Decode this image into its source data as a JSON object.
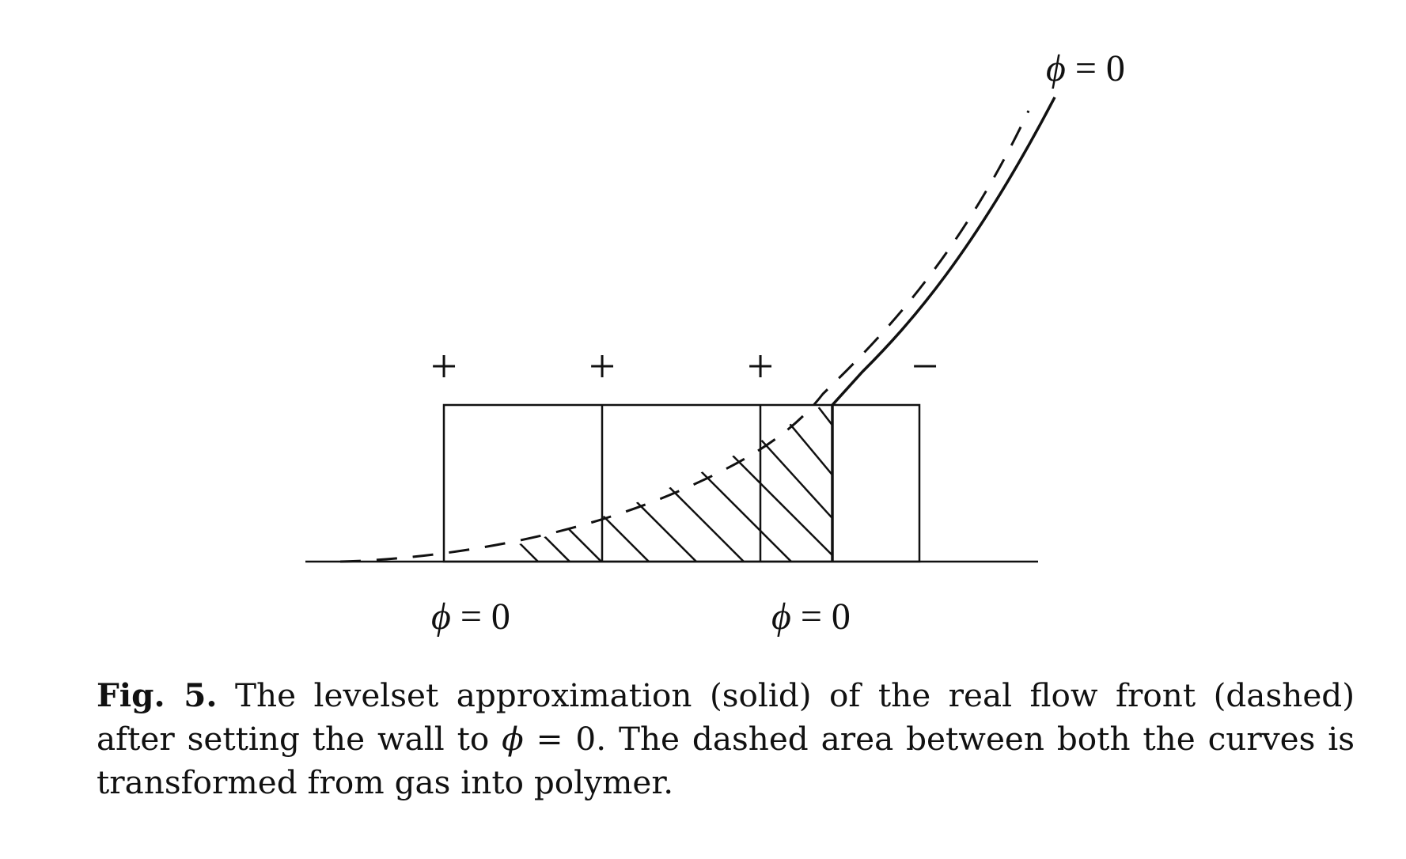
{
  "figure": {
    "labels": {
      "top_right": {
        "symbol": "ϕ",
        "rest": " = 0"
      },
      "bottom_left": {
        "symbol": "ϕ",
        "rest": " = 0"
      },
      "bottom_right": {
        "symbol": "ϕ",
        "rest": " = 0"
      }
    },
    "node_signs": [
      "+",
      "+",
      "+",
      "−"
    ],
    "legend_meaning": {
      "solid": "levelset approximation",
      "dashed": "real flow front",
      "hatched": "area transformed from gas into polymer"
    }
  },
  "caption": {
    "label": "Fig. 5.",
    "text_part1": "The levelset approximation (solid) of the real flow front (dashed) after setting the wall to ",
    "phi": "ϕ",
    "text_part2": " = 0. The dashed area between both the curves is transformed from gas into polymer."
  }
}
